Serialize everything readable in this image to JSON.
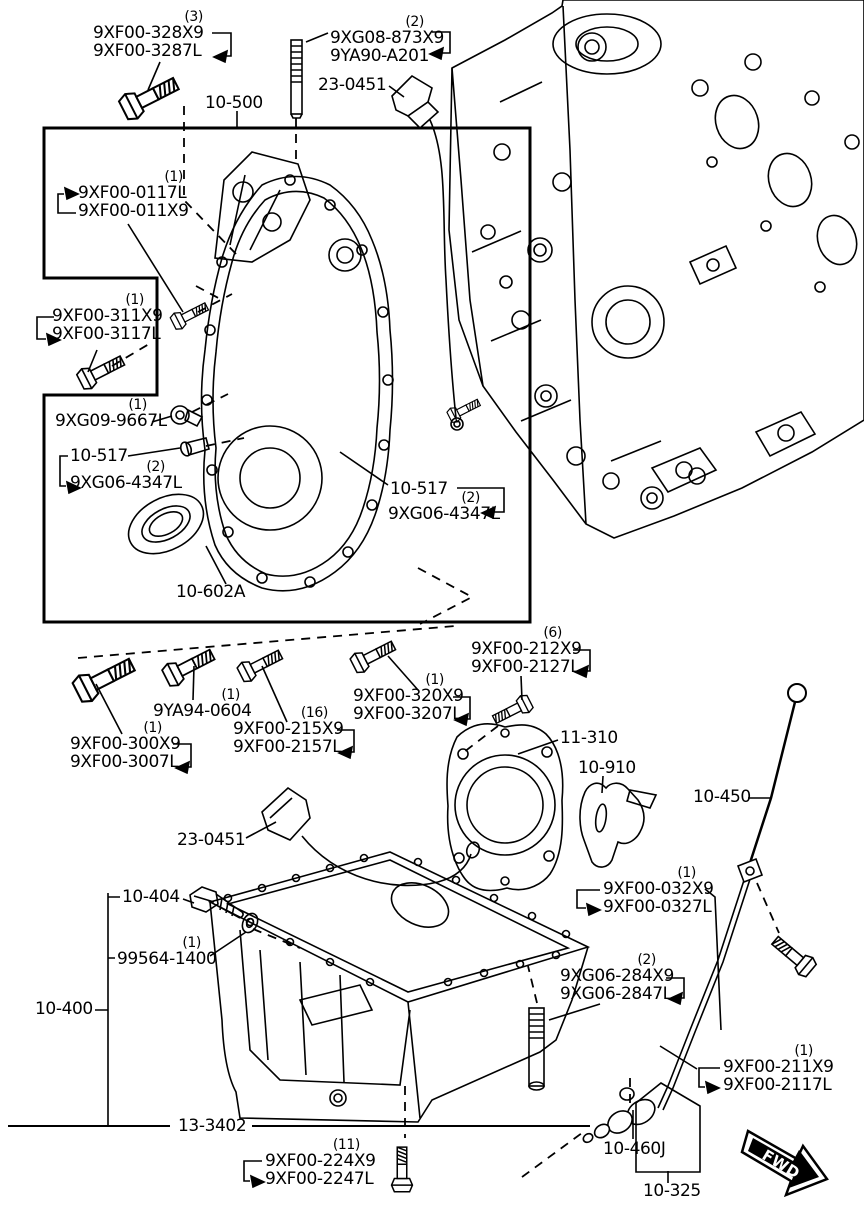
{
  "diagram": {
    "type": "parts-diagram",
    "subject": "engine timing cover and oil pan exploded view",
    "colors": {
      "line": "#000000",
      "background": "#ffffff"
    }
  },
  "labels": {
    "b328": {
      "qty": "(3)",
      "l1": "9XF00-328X9",
      "l2": "9XF00-3287L"
    },
    "b873": {
      "qty": "(2)",
      "l1": "9XG08-873X9",
      "l2": "9YA90-A201"
    },
    "b0117": {
      "qty": "(1)",
      "l1": "9XF00-0117L",
      "l2": "9XF00-011X9"
    },
    "b311": {
      "qty": "(1)",
      "l1": "9XF00-311X9",
      "l2": "9XF00-3117L"
    },
    "b9667": {
      "qty": "(1)",
      "l1": "9XG09-9667L"
    },
    "b4347L": {
      "qty": "(2)",
      "l1": "9XG06-4347L"
    },
    "b4347R": {
      "qty": "(2)",
      "l1": "9XG06-4347L"
    },
    "b9604": {
      "qty": "(1)",
      "l1": "9YA94-0604"
    },
    "b300": {
      "qty": "(1)",
      "l1": "9XF00-300X9",
      "l2": "9XF00-3007L"
    },
    "b215": {
      "qty": "(16)",
      "l1": "9XF00-215X9",
      "l2": "9XF00-2157L"
    },
    "b320": {
      "qty": "(1)",
      "l1": "9XF00-320X9",
      "l2": "9XF00-3207L"
    },
    "b212": {
      "qty": "(6)",
      "l1": "9XF00-212X9",
      "l2": "9XF00-2127L"
    },
    "b032": {
      "qty": "(1)",
      "l1": "9XF00-032X9",
      "l2": "9XF00-0327L"
    },
    "b284": {
      "qty": "(2)",
      "l1": "9XG06-284X9",
      "l2": "9XG06-2847L"
    },
    "b224": {
      "qty": "(11)",
      "l1": "9XF00-224X9",
      "l2": "9XF00-2247L"
    },
    "b211": {
      "qty": "(1)",
      "l1": "9XF00-211X9",
      "l2": "9XF00-2117L"
    },
    "b99564": {
      "qty": "(1)",
      "l1": "99564-1400"
    }
  },
  "refs": {
    "r10500": "10-500",
    "r23top": "23-0451",
    "r10517L": "10-517",
    "r10517R": "10-517",
    "r10602A": "10-602A",
    "r10910": "10-910",
    "r11310": "11-310",
    "r10450": "10-450",
    "r23low": "23-0451",
    "r10404": "10-404",
    "r10400": "10-400",
    "r13402": "13-3402",
    "r10460J": "10-460J",
    "r10325": "10-325"
  },
  "fwd": {
    "text": "FWD"
  }
}
